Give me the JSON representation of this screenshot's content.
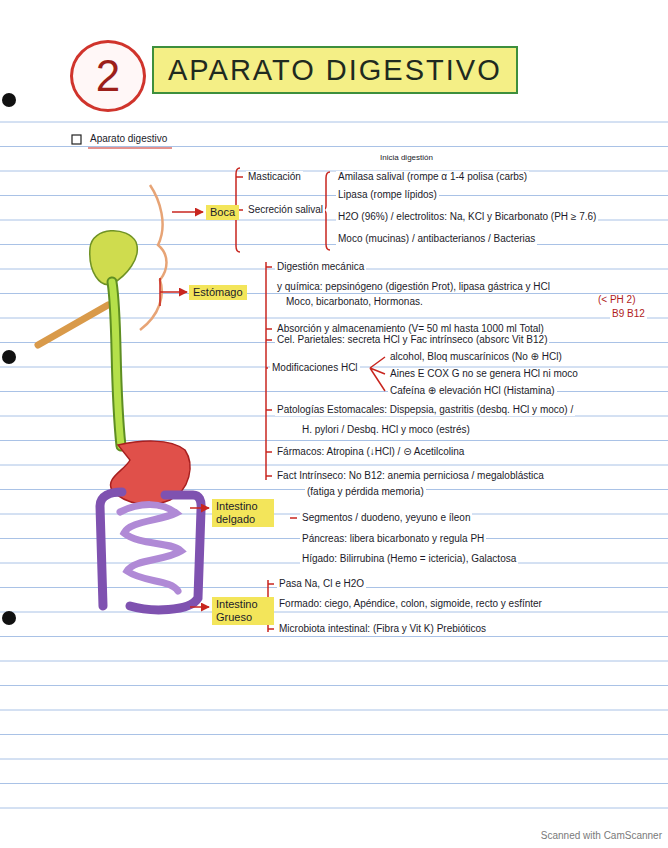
{
  "diagram": {
    "title": "APARATO DIGESTIVO",
    "nodes": [
      {
        "text": [
          "2"
        ]
      },
      {
        "text": [
          "Boca"
        ]
      },
      {
        "text": [
          "Estómago"
        ]
      },
      {
        "text": [
          "Intestino delgado"
        ]
      },
      {
        "text": [
          "Intestino Grueso"
        ]
      }
    ],
    "labels": [
      "Aparato digestivo",
      "Masticación",
      "Secreción salival",
      "Inicia digestión",
      "Amilasa salival (rompe α 1-4 polisa (carbs)",
      "Lipasa (rompe lípidos)",
      "H2O (96%) / electrolitos: Na, KCl y Bicarbonato (PH ≥ 7.6)",
      "Moco (mucinas) / antibacterianos / Bacterias",
      "Digestión mecánica",
      "y química: pepsinógeno (digestión Prot), lipasa gástrica y HCl",
      "Moco, bicarbonato, Hormonas.",
      "(< PH 2)",
      "B9 B12",
      "Absorción y almacenamiento (V= 50 ml hasta 1000 ml Total)",
      "Cel. Parietales: secreta HCl y Fac intrínseco (absorc Vit B12)",
      "Modificaciones HCl",
      "alcohol, Bloq muscarínicos (No ⊕ HCl)",
      "Aines E COX G no se genera HCl ni moco",
      "Cafeína ⊕ elevación HCl (Histamina)",
      "Patologías Estomacales: Dispepsia, gastritis (desbq. HCl y moco) /",
      "H. pylori / Desbq. HCl y moco (estrés)",
      "Fármacos: Atropina (↓HCl) / ⊝ Acetilcolina",
      "Fact Intrínseco: No B12: anemia perniciosa / megaloblástica",
      "(fatiga y pérdida memoria)",
      "Segmentos / duodeno, yeyuno e íleon",
      "Páncreas: libera bicarbonato y regula PH",
      "Hígado: Bilirrubina (Hemo = ictericia), Galactosa",
      "Pasa Na, Cl e H2O",
      "Formado: ciego, Apéndice, colon, sigmoide, recto y esfínter",
      "Microbiota intestinal: (Fibra y Vit K) Prebióticos",
      "Scanned with CamScanner"
    ]
  }
}
